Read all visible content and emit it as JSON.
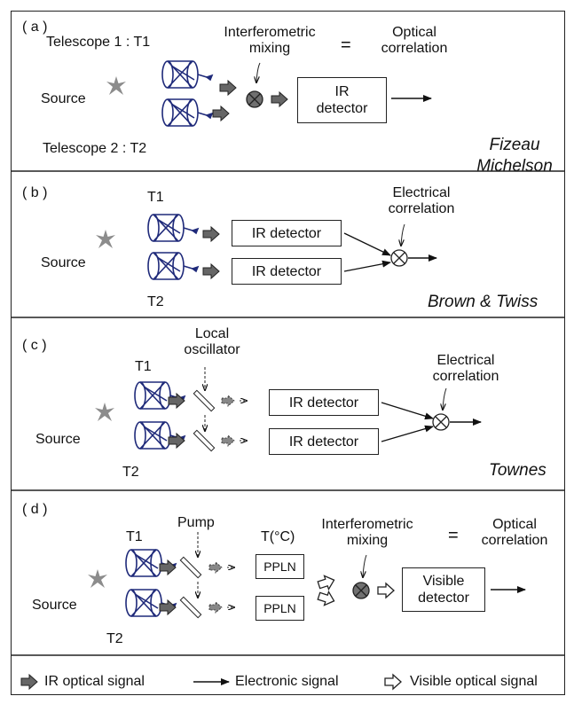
{
  "panels": [
    {
      "id": "a",
      "label": "( a )",
      "telescope1": "Telescope 1 : T1",
      "telescope2": "Telescope 2 : T2",
      "source": "Source",
      "mixing": "Interferometric\nmixing",
      "equals": "=",
      "correlation": "Optical\ncorrelation",
      "detector": "IR\ndetector",
      "name": "Fizeau\nMichelson"
    },
    {
      "id": "b",
      "label": "( b )",
      "telescope1": "T1",
      "telescope2": "T2",
      "source": "Source",
      "correlation": "Electrical\ncorrelation",
      "detector1": "IR detector",
      "detector2": "IR detector",
      "name": "Brown & Twiss"
    },
    {
      "id": "c",
      "label": "( c )",
      "telescope1": "T1",
      "telescope2": "T2",
      "source": "Source",
      "oscillator": "Local\noscillator",
      "correlation": "Electrical\ncorrelation",
      "detector1": "IR detector",
      "detector2": "IR detector",
      "name": "Townes"
    },
    {
      "id": "d",
      "label": "( d )",
      "telescope1": "T1",
      "telescope2": "T2",
      "source": "Source",
      "pump": "Pump",
      "temperature": "T(°C)",
      "crystal1": "PPLN",
      "crystal2": "PPLN",
      "mixing": "Interferometric\nmixing",
      "equals": "=",
      "correlation": "Optical\ncorrelation",
      "detector": "Visible\ndetector"
    }
  ],
  "legend": {
    "ir": "IR optical signal",
    "electronic": "Electronic signal",
    "visible": "Visible optical signal"
  },
  "colors": {
    "telescope": "#1f2a7a",
    "star": "#8c8c8c",
    "ir_arrow": "#666666",
    "mixer": "#707070",
    "frame": "#222222"
  }
}
